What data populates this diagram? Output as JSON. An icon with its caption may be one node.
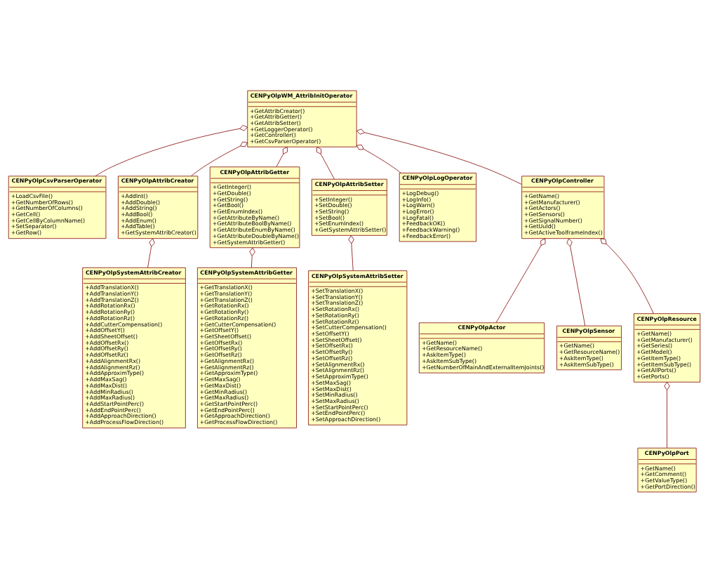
{
  "diagram": {
    "nodes": [
      {
        "text": [
          "CENPyOlpWM_AttribInitOperator",
          "+GetAttribCreator()",
          "+GetAttribGetter()",
          "+GetAttribSetter()",
          "+GetLoggerOperator()",
          "+GetController()",
          "+GetCsvParserOperator()"
        ]
      },
      {
        "text": [
          "CENPyOlpCsvParserOperator",
          "+LoadCsvFile()",
          "+GetNumberOfRows()",
          "+GetNumberOfColumns()",
          "+GetCell()",
          "+GetCellByColumnName()",
          "+SetSeparator()",
          "+GetRow()"
        ]
      },
      {
        "text": [
          "CENPyOlpAttribCreator",
          "+AddInt()",
          "+AddDouble()",
          "+AddString()",
          "+AddBool()",
          "+AddEnum()",
          "+AddTable()",
          "+GetSystemAttribCreator()"
        ]
      },
      {
        "text": [
          "CENPyOlpAttribGetter",
          "+GetInteger()",
          "+GetDouble()",
          "+GetString()",
          "+GetBool()",
          "+GetEnumIndex()",
          "+GetAttributeByName()",
          "+GetAttributeBoolByName()",
          "+GetAttributeEnumByName()",
          "+GetAttributeDoubleByName()",
          "+GetSystemAttribGetter()"
        ]
      },
      {
        "text": [
          "CENPyOlpAttribSetter",
          "+SetInteger()",
          "+SetDouble()",
          "+SetString()",
          "+SetBool()",
          "+SetEnumIndex()",
          "+GetSystemAttribSetter()"
        ]
      },
      {
        "text": [
          "CENPyOlpLogOperator",
          "+LogDebug()",
          "+LogInfo()",
          "+LogWarn()",
          "+LogError()",
          "+LogFatal()",
          "+FeedbackOK()",
          "+FeedbackWarning()",
          "+FeedbackError()"
        ]
      },
      {
        "text": [
          "CENPyOlpController",
          "+GetName()",
          "+GetManufacturer()",
          "+GetActors()",
          "+GetSensors()",
          "+GetSignalNumber()",
          "+GetUuId()",
          "+GetActiveToolframeIndex()"
        ]
      },
      {
        "text": [
          "CENPyOlpSystemAttribCreator",
          "+AddTranslationX()",
          "+AddTranslationY()",
          "+AddTranslationZ()",
          "+AddRotationRx()",
          "+AddRotationRy()",
          "+AddRotationRz()",
          "+AddCutterCompensation()",
          "+AddOffsetY()",
          "+AddSheetOffset()",
          "+AddOffsetRx()",
          "+AddOffsetRy()",
          "+AddOffsetRz()",
          "+AddAlignmentRx()",
          "+AddAlignmentRz()",
          "+AddApproximType()",
          "+AddMaxSag()",
          "+AddMaxDist()",
          "+AddMinRadius()",
          "+AddMaxRadius()",
          "+AddStartPointPerc()",
          "+AddEndPointPerc()",
          "+AddApproachDirection()",
          "+AddProcessFlowDirection()"
        ]
      },
      {
        "text": [
          "CENPyOlpSystemAttribGetter",
          "+GetTranslationX()",
          "+GetTranslationY()",
          "+GetTranslationZ()",
          "+GetRotationRx()",
          "+GetRotationRy()",
          "+GetRotationRz()",
          "+GetCutterCompensation()",
          "+GetOffsetY()",
          "+GetSheetOffset()",
          "+GetOffsetRx()",
          "+GetOffsetRy()",
          "+GetOffsetRz()",
          "+GetAlignmentRx()",
          "+GetAlignmentRz()",
          "+GetApproximType()",
          "+GetMaxSag()",
          "+GetMaxDist()",
          "+GetMinRadius()",
          "+GetMaxRadius()",
          "+GetStartPointPerc()",
          "+GetEndPointPerc()",
          "+GetApproachDirection()",
          "+GetProcessFlowDirection()"
        ]
      },
      {
        "text": [
          "CENPyOlpSystemAttribSetter",
          "+SetTranslationX()",
          "+SetTranslationY()",
          "+SetTranslationZ()",
          "+SetRotationRx()",
          "+SetRotationRy()",
          "+SetRotationRz()",
          "+SetCutterCompensation()",
          "+SetOffsetY()",
          "+SetSheetOffset()",
          "+SetOffsetRx()",
          "+SetOffsetRy()",
          "+SetOffsetRz()",
          "+SetAlignmentRx()",
          "+SetAlignmentRz()",
          "+SetApproximType()",
          "+SetMaxSag()",
          "+SetMaxDist()",
          "+SetMinRadius()",
          "+SetMaxRadius()",
          "+SetStartPointPerc()",
          "+SetEndPointPerc()",
          "+SetApproachDirection()"
        ]
      },
      {
        "text": [
          "CENPyOlpActor",
          "+GetName()",
          "+GetResourceName()",
          "+AskItemType()",
          "+AskItemSubType()",
          "+GetNumberOfMainAndExternalItemJoints()"
        ]
      },
      {
        "text": [
          "CENPyOlpSensor",
          "+GetName()",
          "+GetResourceName()",
          "+AskItemType()",
          "+AskItemSubType()"
        ]
      },
      {
        "text": [
          "CENPyOlpPort",
          "+GetName()",
          "+GetComment()",
          "+GetValueType()",
          "+GetPortDirection()"
        ]
      },
      {
        "text": [
          "CENPyOlpResource",
          "+GetName()",
          "+GetManufacturer()",
          "+GetSeries()",
          "+GetModel()",
          "+GetItemType()",
          "+GetItemSubType()",
          "+GetAllPorts()",
          "+GetPorts()"
        ]
      }
    ],
    "edges": [
      {
        "from": 0,
        "to": 1,
        "arrow": "other"
      },
      {
        "from": 0,
        "to": 5,
        "arrow": "other"
      },
      {
        "from": 0,
        "to": 6,
        "arrow": "other"
      },
      {
        "from": 0,
        "to": 2,
        "arrow": "other"
      },
      {
        "from": 0,
        "to": 3,
        "arrow": "other"
      },
      {
        "from": 0,
        "to": 4,
        "arrow": "other"
      },
      {
        "from": 2,
        "to": 7,
        "arrow": "other"
      },
      {
        "from": 3,
        "to": 8,
        "arrow": "other"
      },
      {
        "from": 4,
        "to": 9,
        "arrow": "other"
      },
      {
        "from": 6,
        "to": 10,
        "arrow": "other"
      },
      {
        "from": 6,
        "to": 11,
        "arrow": "other"
      },
      {
        "from": 6,
        "to": 13,
        "arrow": "other"
      },
      {
        "from": 13,
        "to": 12,
        "arrow": "other"
      }
    ]
  }
}
